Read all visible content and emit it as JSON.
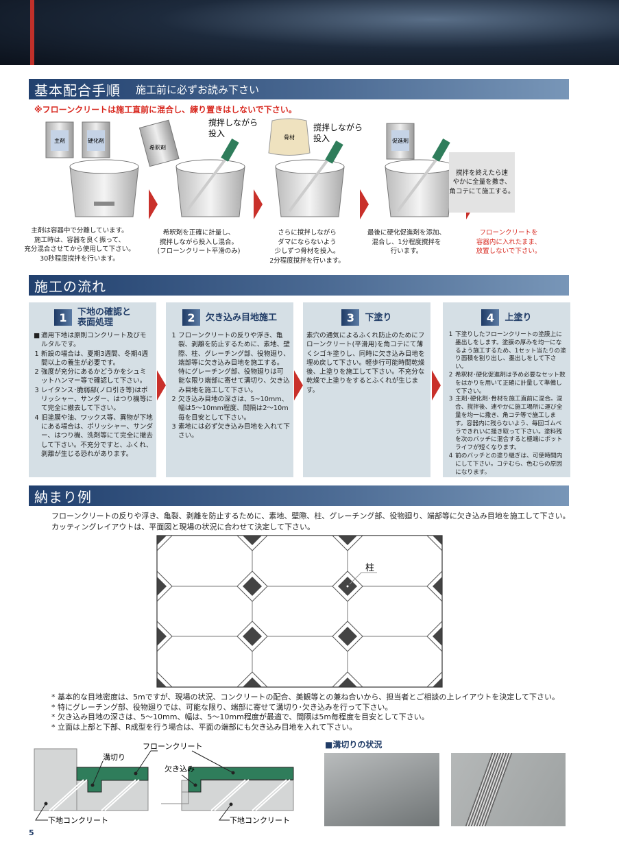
{
  "sections": {
    "mix": {
      "title": "基本配合手順",
      "subtitle": "施工前に必ずお読み下さい",
      "warning": "※フローンクリートは施工直前に混合し、練り置きはしないで下さい。"
    },
    "flow": {
      "title": "施工の流れ"
    },
    "detail": {
      "title": "納まり例"
    }
  },
  "mix_steps": {
    "labels": {
      "main": "主剤",
      "hardener": "硬化剤",
      "diluent": "希釈剤",
      "aggregate": "骨材",
      "accelerator": "促進剤",
      "stir1": "撹拌しながら",
      "stir2": "投入"
    },
    "final_box": [
      "撹拌を終えたら速",
      "やかに全量を撒き、",
      "角コテにて施工する。"
    ],
    "captions": [
      [
        "主剤は容器中で分離しています。",
        "施工時は、容器を良く振って、",
        "充分混合させてから使用して下さい。",
        "30秒程度撹拌を行います。"
      ],
      [
        "希釈剤を正確に計量し、",
        "撹拌しながら投入し混合。",
        "(フローンクリート平滑のみ)"
      ],
      [
        "さらに撹拌しながら",
        "ダマにならないよう",
        "少しずつ骨材を投入。",
        "2分程度撹拌を行います。"
      ],
      [
        "最後に硬化促進剤を添加、",
        "混合し、1分程度撹拌を",
        "行います。"
      ],
      [
        "フローンクリートを",
        "容器内に入れたまま、",
        "放置しないで下さい。"
      ]
    ]
  },
  "flow_panels": [
    {
      "num": "1",
      "title": [
        "下地の確認と",
        "表面処理"
      ],
      "items": [
        {
          "n": "■",
          "t": "適用下地は原則コンクリート及びモルタルです。"
        },
        {
          "n": "1",
          "t": "新設の場合は、夏期3週間、冬期4週間以上の養生が必要です。"
        },
        {
          "n": "2",
          "t": "強度が充分にあるかどうかをシュミットハンマー等で確認して下さい。"
        },
        {
          "n": "3",
          "t": "レイタンス･脆弱部(ノロ引き等)はポリッシャー、サンダー、はつり機等にて完全に撤去して下さい。"
        },
        {
          "n": "4",
          "t": "旧塗膜や油、ワックス等、異物が下地にある場合は、ポリッシャー、サンダー、はつり機、洗剤等にて完全に撤去して下さい。不充分ですと、ふくれ、剥離が生じる恐れがあります。"
        }
      ]
    },
    {
      "num": "2",
      "title": [
        "欠き込み目地施工"
      ],
      "items": [
        {
          "n": "1",
          "t": "フローンクリートの反りや浮き、亀裂、剥離を防止するために、素地、壁際、柱、グレーチング部、役物廻り、端部等に欠き込み目地を施工する。特にグレーチング部、役物廻りは可能な限り端部に寄せて溝切り、欠き込み目地を施工して下さい。"
        },
        {
          "n": "2",
          "t": "欠き込み目地の深さは、5~10mm、幅は5～10mm程度、間隔は2～10m毎を目安として下さい。"
        },
        {
          "n": "3",
          "t": "素地には必ず欠き込み目地を入れて下さい。"
        }
      ]
    },
    {
      "num": "3",
      "title": [
        "下塗り"
      ],
      "items": [
        {
          "n": "",
          "t": "素穴の通気によるふくれ防止のためにフローンクリート(平滑用)を角コテにて薄くシゴキ塗りし、同時に欠き込み目地を埋め戻して下さい。軽歩行可能時間乾燥後、上塗りを施工して下さい。不充分な乾燥で上塗りをするとふくれが生じます。"
        }
      ]
    },
    {
      "num": "4",
      "title": [
        "上塗り"
      ],
      "items": [
        {
          "n": "1",
          "t": "下塗りしたフローンクリートの塗膜上に墨出しをします。塗膜の厚みを均一になるよう施工するため、1セット当たりの塗り面積を割り出し、墨出しをして下さい。"
        },
        {
          "n": "2",
          "t": "希釈材･硬化促進剤は予め必要なセット数をはかりを用いて正確に計量して準備して下さい。"
        },
        {
          "n": "3",
          "t": "主剤･硬化剤･骨材を施工直前に混合。混合、撹拌後、速やかに施工場所に運び全量を均一に撒き、角コテ等で施工します。容器内に残らないよう、毎回ゴムベラできれいに掻き取って下さい。塗料残を次のバッチに混合すると極端にポットライフが短くなります。"
        },
        {
          "n": "4",
          "t": "前のバッチとの塗り継ぎは、可使時間内にして下さい。コテむら、色むらの原因になります。"
        }
      ]
    }
  ],
  "detail": {
    "intro": [
      "フローンクリートの反りや浮き、亀裂、剥離を防止するために、素地、壁際、柱、グレーチング部、役物廻り、端部等に欠き込み目地を施工して下さい。",
      "カッティングレイアウトは、平面図と現場の状況に合わせて決定して下さい。"
    ],
    "pillar_label": "柱",
    "notes": [
      "* 基本的な目地密度は、5mですが、現場の状況、コンクリートの配合、美観等との兼ね合いから、担当者とご相談の上レイアウトを決定して下さい。",
      "* 特にグレーチング部、役物廻りでは、可能な限り、端部に寄せて溝切り･欠き込みを行って下さい。",
      "* 欠き込み目地の深さは、5～10mm、幅は、5～10mm程度が最適で、間隔は5m毎程度を目安として下さい。",
      "* 立面は上部と下部、R成型を行う場合は、平面の端部にも欠き込み目地を入れて下さい。"
    ],
    "section_labels": {
      "groove": "溝切り",
      "floncrete": "フローンクリート",
      "notch": "欠き込み",
      "base1": "下地コンクリート",
      "base2": "下地コンクリート"
    },
    "photo_title": "■溝切りの状況"
  },
  "page_number": "5",
  "colors": {
    "accent": "#21406e",
    "red": "#d8281f",
    "green": "#2f7d5b",
    "panel": "#d5dfe5"
  }
}
